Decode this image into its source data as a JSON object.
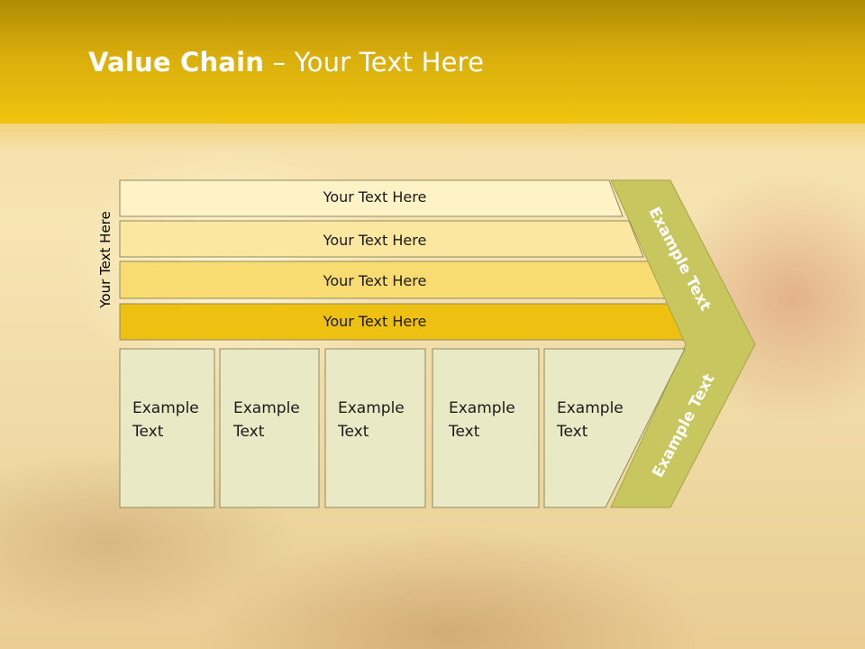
{
  "title": {
    "bold": "Value Chain",
    "rest": " – Your Text Here"
  },
  "side_label": "Your Text Here",
  "bars": [
    {
      "label": "Your Text Here"
    },
    {
      "label": "Your Text Here"
    },
    {
      "label": "Your Text Here"
    },
    {
      "label": "Your Text Here"
    }
  ],
  "boxes": [
    {
      "line1": "Example",
      "line2": "Text"
    },
    {
      "line1": "Example",
      "line2": "Text"
    },
    {
      "line1": "Example",
      "line2": "Text"
    },
    {
      "line1": "Example",
      "line2": "Text"
    },
    {
      "line1": "Example",
      "line2": "Text"
    }
  ],
  "chevron": {
    "upper": "Example Text",
    "lower": "Example Text"
  },
  "colors": {
    "header": "#e2b60d",
    "bars": [
      "#fdf3c7",
      "#fbe7a0",
      "#f8dc72",
      "#eec012"
    ],
    "boxes": "#e9e9c5",
    "chevron": "#c8c65e"
  }
}
